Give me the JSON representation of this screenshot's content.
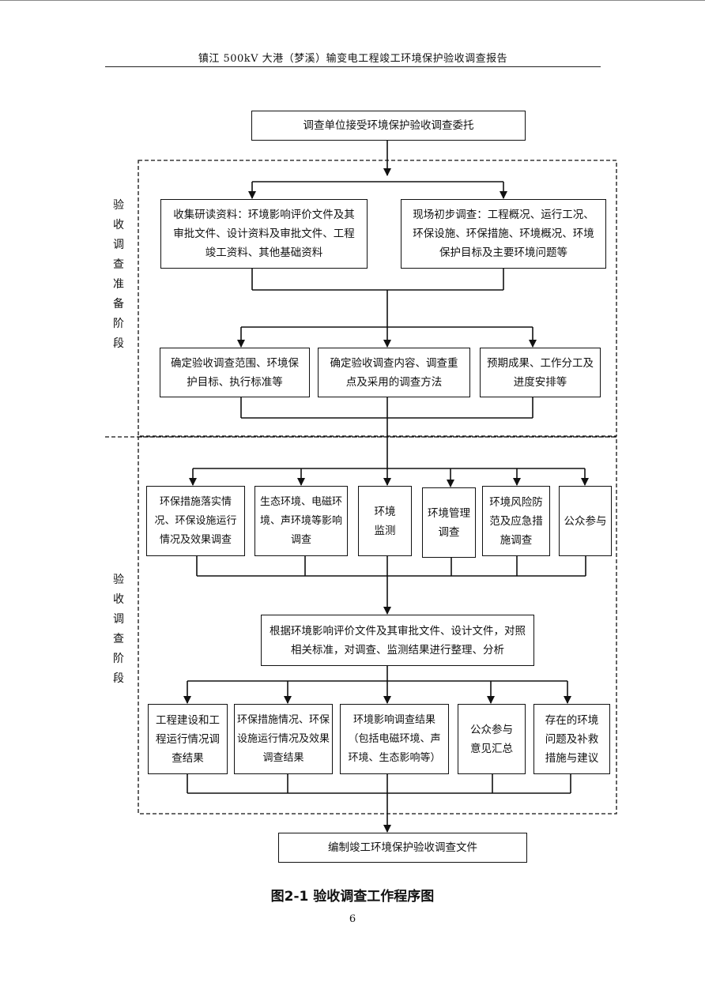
{
  "header": {
    "title": "镇江 500kV 大港（梦溪）输变电工程竣工环境保护验收调查报告"
  },
  "stages": {
    "preparation": "验收调查准备阶段",
    "investigation": "验收调查阶段"
  },
  "boxes": {
    "start": "调查单位接受环境保护验收调查委托",
    "collect": "收集研读资料：环境影响评价文件及其审批文件、设计资料及审批文件、工程竣工资料、其他基础资料",
    "site": "现场初步调查：工程概况、运行工况、环保设施、环保措施、环境概况、环境保护目标及主要环境问题等",
    "scope": "确定验收调查范围、环境保护目标、执行标准等",
    "content": "确定验收调查内容、调查重点及采用的调查方法",
    "schedule": "预期成果、工作分工及进度安排等",
    "measures": "环保措施落实情况、环保设施运行情况及效果调查",
    "impact": "生态环境、电磁环境、声环境等影响调查",
    "monitor": "环境监测",
    "management": "环境管理调查",
    "risk": "环境风险防范及应急措施调查",
    "public": "公众参与",
    "analyze": "根据环境影响评价文件及其审批文件、设计文件，对照相关标准，对调查、监测结果进行整理、分析",
    "r1": "工程建设和工程运行情况调查结果",
    "r2": "环保措施情况、环保设施运行情况及效果调查结果",
    "r3": "环境影响调查结果（包括电磁环境、声环境、生态影响等）",
    "r4": "公众参与意见汇总",
    "r5": "存在的环境问题及补救措施与建议",
    "final": "编制竣工环境保护验收调查文件"
  },
  "caption": "图2-1  验收调查工作程序图",
  "page_number": "6"
}
